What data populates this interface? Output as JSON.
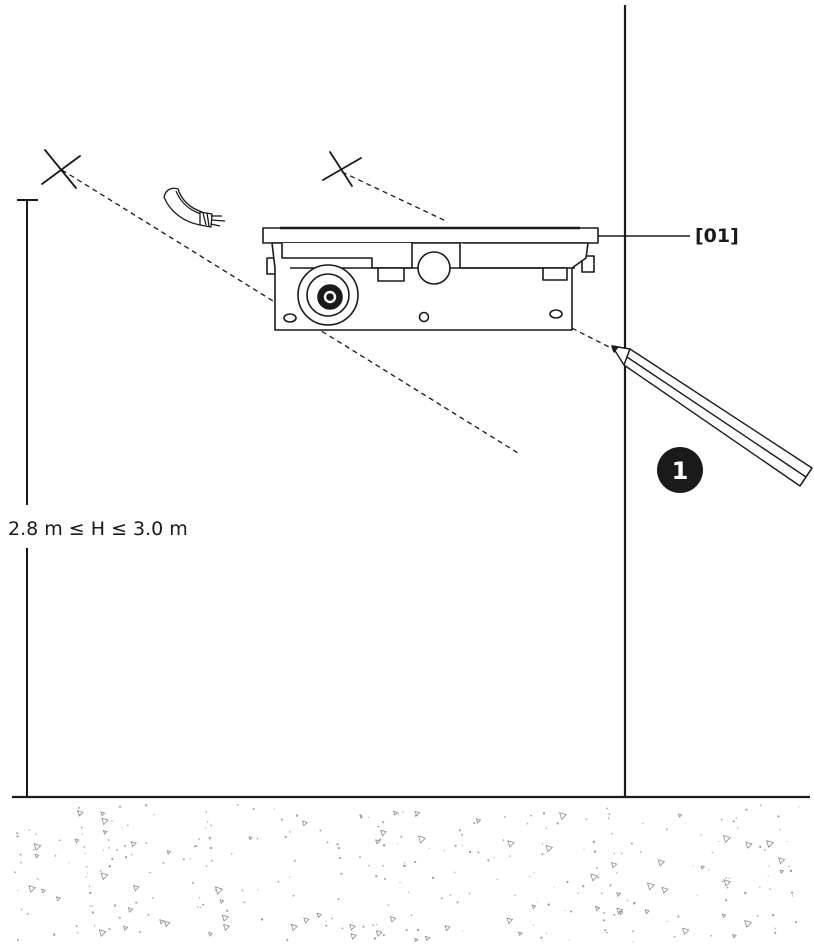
{
  "callout": {
    "label": "[01]"
  },
  "height_range": {
    "label": "2.8 m ≤ H ≤ 3.0 m"
  },
  "step": {
    "number": "1"
  },
  "icons": [
    "pencil-icon",
    "drill-mark-icon",
    "cable-icon"
  ],
  "colors": {
    "line": "#1a1a1a",
    "badge": "#1a1a1a",
    "background": "#ffffff"
  }
}
